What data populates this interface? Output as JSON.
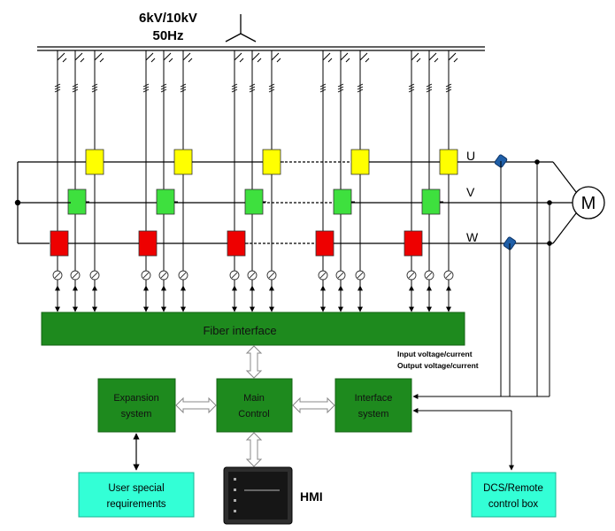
{
  "supply": {
    "voltage": "6kV/10kV",
    "frequency": "50Hz"
  },
  "phases": [
    "U",
    "V",
    "W"
  ],
  "motor": {
    "label": "M"
  },
  "blocks": {
    "fiber": "Fiber interface",
    "expansion": [
      "Expansion",
      "system"
    ],
    "main": [
      "Main",
      "Control"
    ],
    "interface": [
      "Interface",
      "system"
    ],
    "user": [
      "User special",
      "requirements"
    ],
    "dcs": [
      "DCS/Remote",
      "control box"
    ],
    "hmi": "HMI"
  },
  "feedback": [
    "Input voltage/current",
    "Output voltage/current"
  ],
  "colors": {
    "green_dark": "#1e8a1e",
    "green_light": "#3ee03e",
    "yellow": "#ffff00",
    "red": "#ee0000",
    "cyan": "#33ffd6",
    "sensor": "#1f5fa8"
  }
}
